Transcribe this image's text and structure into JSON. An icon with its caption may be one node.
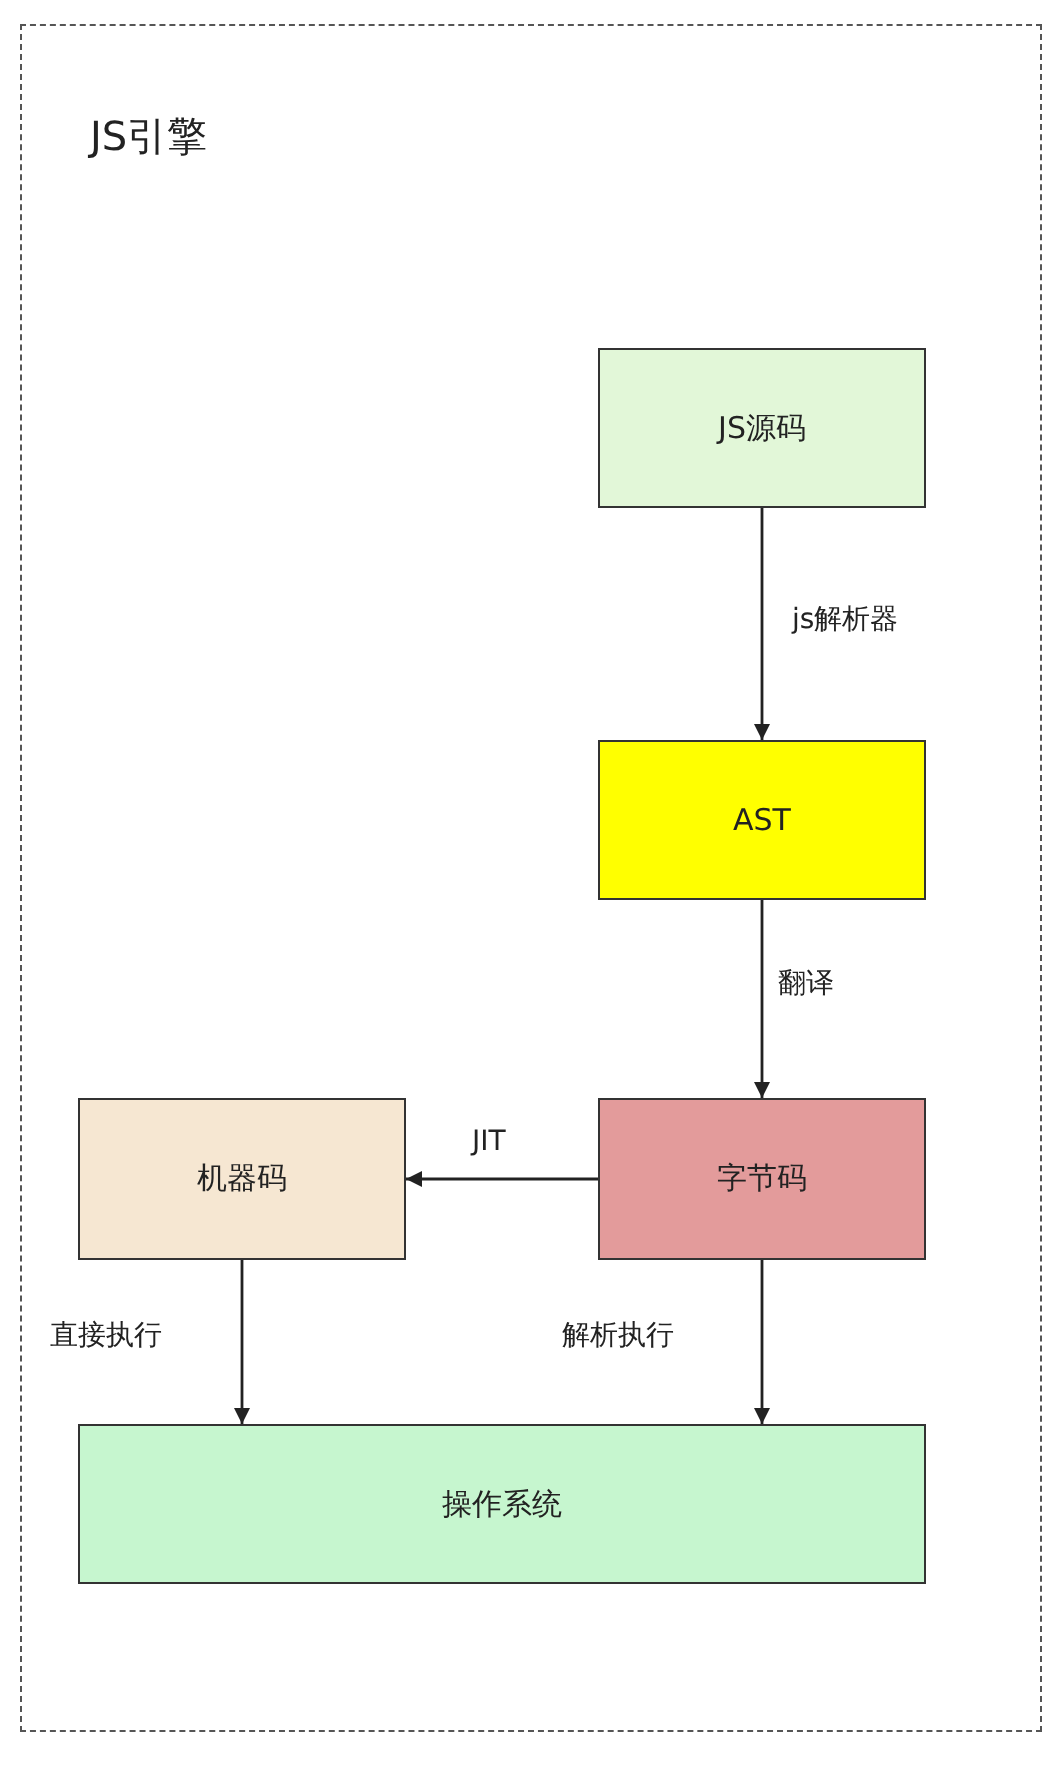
{
  "diagram": {
    "nodes": [
      {
        "text": [
          "JS引擎"
        ]
      },
      {
        "text": [
          "JS源码"
        ],
        "in": 0
      },
      {
        "text": [
          "AST"
        ],
        "in": 0
      },
      {
        "text": [
          "字节码"
        ],
        "in": 0
      },
      {
        "text": [
          "机器码"
        ],
        "in": 0
      },
      {
        "text": [
          "操作系统"
        ],
        "in": 0
      }
    ],
    "edges": [
      {
        "from": 1,
        "to": 2,
        "arrow": "to",
        "label": "js解析器"
      },
      {
        "from": 2,
        "to": 3,
        "arrow": "to",
        "label": "翻译"
      },
      {
        "from": 3,
        "to": 4,
        "arrow": "to",
        "label": "JIT"
      },
      {
        "from": 4,
        "to": 5,
        "arrow": "to",
        "label": "直接执行"
      },
      {
        "from": 3,
        "to": 5,
        "arrow": "to",
        "label": "解析执行"
      }
    ]
  }
}
